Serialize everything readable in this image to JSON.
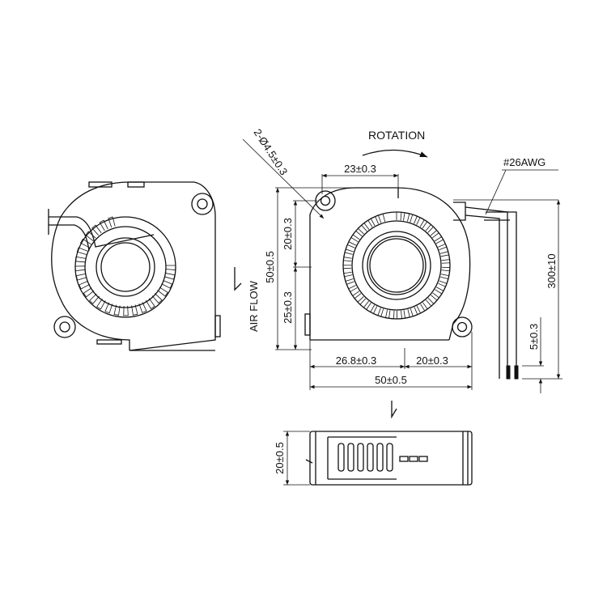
{
  "labels": {
    "rotation": "ROTATION",
    "air_flow": "AIR FLOW",
    "wire_gauge": "#26AWG",
    "mount_holes": "2-Ø4.5±0.3"
  },
  "dimensions": {
    "top_width": "23±0.3",
    "upper_height": "20±0.3",
    "total_height": "50±0.5",
    "lower_height": "25±0.3",
    "left_width": "26.8±0.3",
    "right_width": "20±0.3",
    "total_width": "50±0.5",
    "wire_length": "300±10",
    "strip_length": "5±0.3",
    "thickness": "20±0.5"
  },
  "colors": {
    "line": "#111111",
    "background": "#ffffff"
  }
}
